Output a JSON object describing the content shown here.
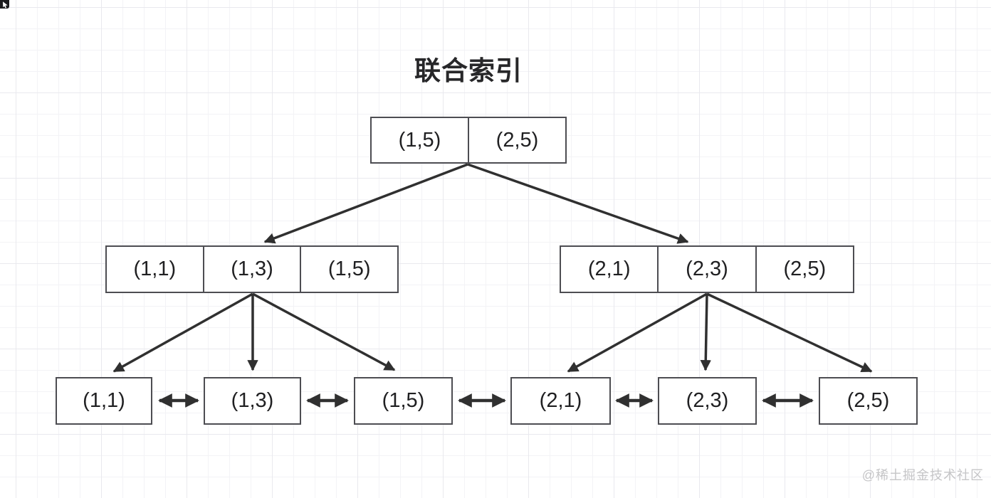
{
  "title": "联合索引",
  "watermark": "@稀土掘金技术社区",
  "icons": {
    "top_left": "cursor-icon"
  },
  "colors": {
    "background": "#ffffff",
    "grid_minor": "#f3f3f6",
    "grid_major": "#e9e9ee",
    "box_border": "#4d4d52",
    "box_fill": "#ffffff",
    "arrow": "#303030",
    "cell_text": "#202022",
    "title_text": "#272729",
    "watermark_text": "#c5c5c7"
  },
  "tree": {
    "root": {
      "cells": [
        "(1,5)",
        "(2,5)"
      ]
    },
    "internal_left": {
      "cells": [
        "(1,1)",
        "(1,3)",
        "(1,5)"
      ]
    },
    "internal_right": {
      "cells": [
        "(2,1)",
        "(2,3)",
        "(2,5)"
      ]
    },
    "leaves": [
      {
        "label": "(1,1)"
      },
      {
        "label": "(1,3)"
      },
      {
        "label": "(1,5)"
      },
      {
        "label": "(2,1)"
      },
      {
        "label": "(2,3)"
      },
      {
        "label": "(2,5)"
      }
    ],
    "edges": {
      "tree_edges": [
        "root -> internal_left",
        "root -> internal_right",
        "internal_left -> leaf (1,1)",
        "internal_left -> leaf (1,3)",
        "internal_left -> leaf (1,5)",
        "internal_right -> leaf (2,1)",
        "internal_right -> leaf (2,3)",
        "internal_right -> leaf (2,5)"
      ],
      "leaf_links": [
        "(1,1) <-> (1,3)",
        "(1,3) <-> (1,5)",
        "(1,5) <-> (2,1)",
        "(2,1) <-> (2,3)",
        "(2,3) <-> (2,5)"
      ]
    }
  }
}
